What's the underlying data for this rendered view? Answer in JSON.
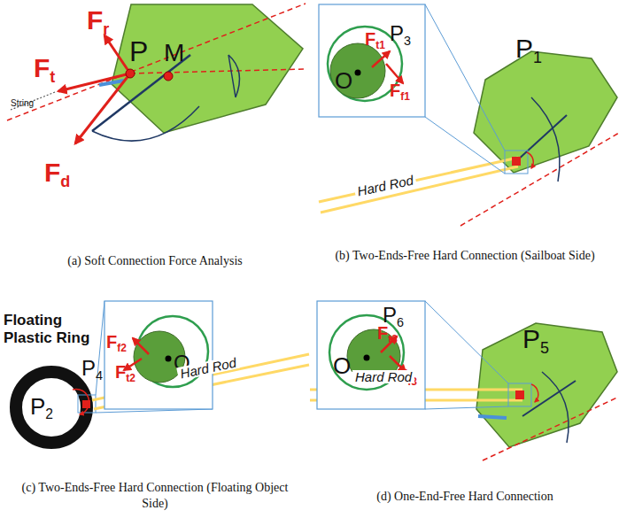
{
  "diagram": {
    "labels": [
      "Fr",
      "M",
      "P",
      "Ft",
      "String",
      "Fd",
      "(a) Soft Connection Force Analysis",
      "P3",
      "O",
      "Ft1",
      "Ff1",
      "P1",
      "Hard Rod",
      "(b) Two-Ends-Free Hard Connection (Sailboat Side)",
      "Floating Plastic Ring",
      "P2",
      "P4",
      "Ff2",
      "Ft2",
      "O2",
      "Hard Rod",
      "(c) Two-Ends-Free Hard Connection (Floating Object Side)",
      "P6",
      "O",
      "Ft3",
      "Ff3",
      "P5",
      "Hard Rod",
      "(d) One-End-Free Hard Connection"
    ]
  }
}
